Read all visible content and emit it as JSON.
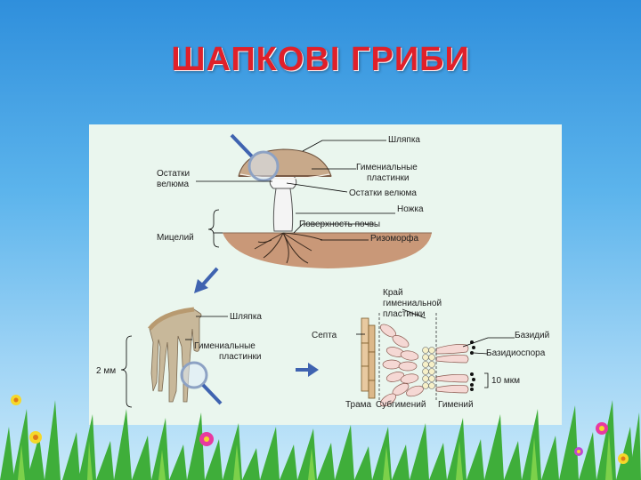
{
  "slide": {
    "title": "ШАПКОВІ ГРИБИ"
  },
  "diagram": {
    "top": {
      "cap_label": "Шляпка",
      "velum_remains_left": [
        "Остатки",
        "велюма"
      ],
      "hymenial_plates": [
        "Гимениальные",
        "пластинки"
      ],
      "velum_remains_right": "Остатки велюма",
      "stem": "Ножка",
      "soil_surface": "Поверхность почвы",
      "mycelium": "Мицелий",
      "rhizomorph": "Ризоморфа"
    },
    "bottom_left": {
      "cap_label": "Шляпка",
      "hymenial_plates": [
        "Гимениальные",
        "пластинки"
      ],
      "scale": "2 мм"
    },
    "bottom_right": {
      "edge_label": [
        "Край",
        "гимениальной",
        "пластинки"
      ],
      "septa": "Септа",
      "basidium": "Базидий",
      "basidiospore": "Базидиоспора",
      "scale": "10 мкм",
      "trama": "Трама",
      "subhymenium": "Субгимений",
      "hymenium": "Гимений"
    },
    "colors": {
      "title": "#e0202a",
      "cap": "#c8a98a",
      "soil": "#c99878",
      "stem": "#f2f2f2",
      "arrow": "#3f63b0",
      "panel_bg": "#eaf6ee"
    }
  }
}
